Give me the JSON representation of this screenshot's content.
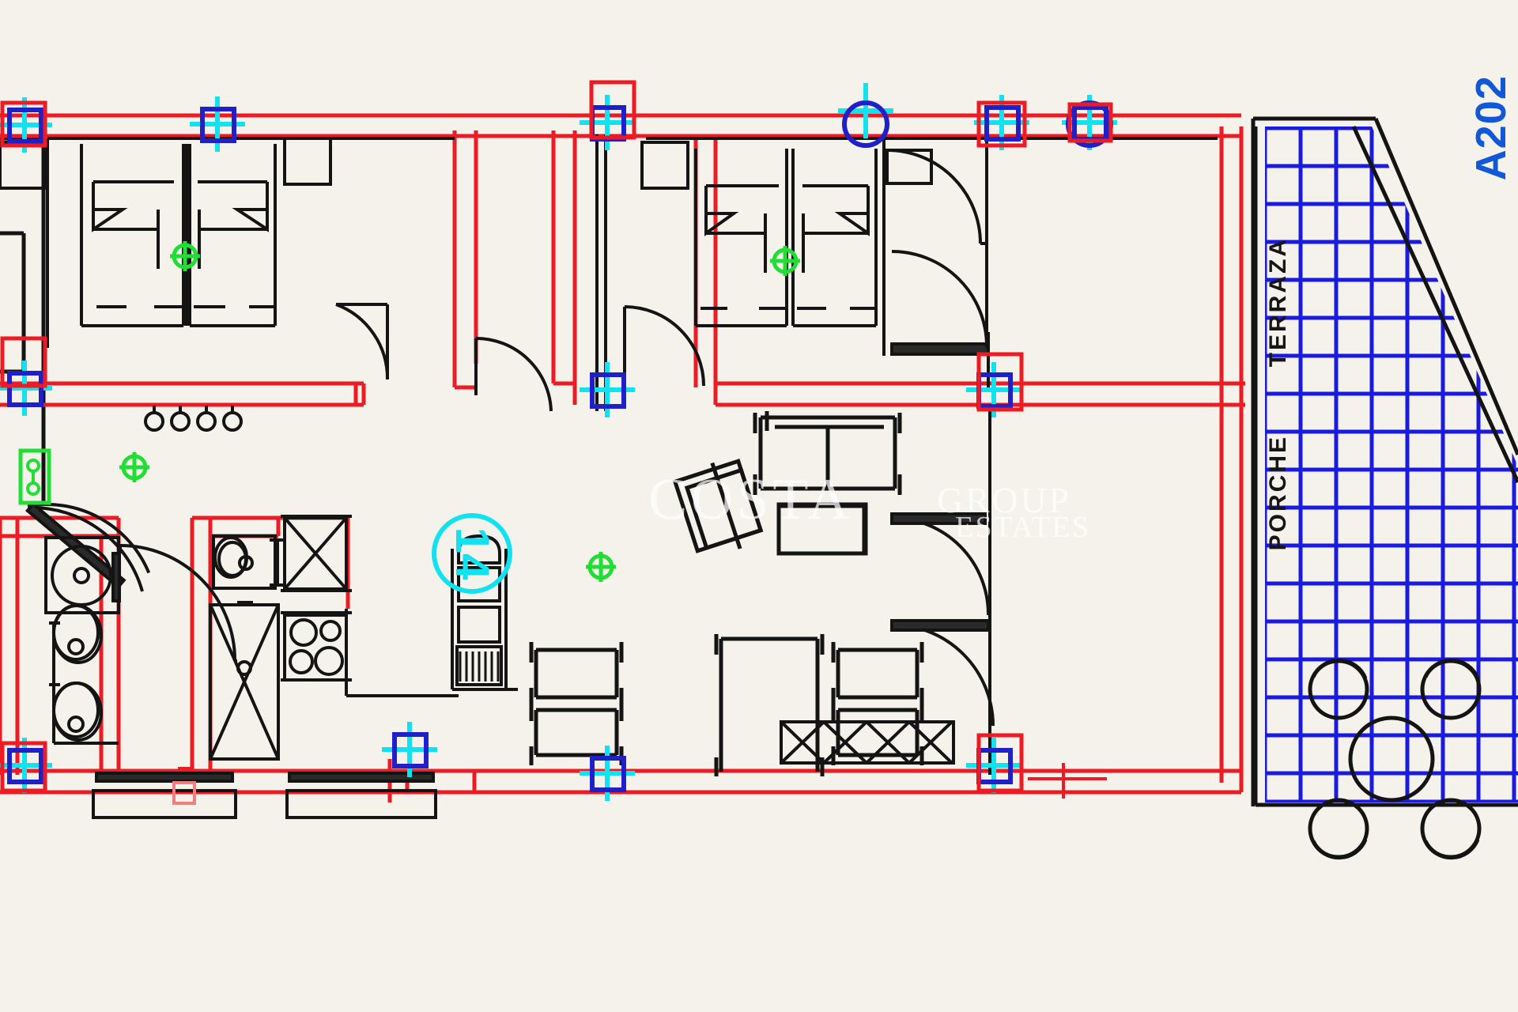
{
  "document": {
    "type": "architectural-floor-plan",
    "unit_label": "A202",
    "room_marker": "14",
    "background_color": "#f4f2ea"
  },
  "labels": {
    "terraza": "TERRAZA",
    "porche": "PORCHE",
    "unit": "A202",
    "room_number": "14"
  },
  "watermark": {
    "line1": "COSTA",
    "line2": "GROUP",
    "line3": "ESTATES"
  },
  "colors": {
    "wall_red": "#ee1b24",
    "structure_black": "#141414",
    "tile_blue": "#1a1ae0",
    "marker_cyan": "#12e2f0",
    "marker_blue": "#2020c8",
    "fixture_green": "#22dd33",
    "unit_text_blue": "#1058d8",
    "paper": "#f4f2ea"
  },
  "rooms": [
    {
      "name": "bedroom-left",
      "fixtures": [
        "twin-bed",
        "twin-bed",
        "nightstand",
        "wardrobe"
      ]
    },
    {
      "name": "bedroom-right",
      "fixtures": [
        "twin-bed",
        "twin-bed",
        "nightstand",
        "wardrobe"
      ]
    },
    {
      "name": "hallway",
      "fixtures": [
        "coat-hooks"
      ]
    },
    {
      "name": "bathroom",
      "fixtures": [
        "washing-machine",
        "sink",
        "sink",
        "toilet",
        "shower"
      ]
    },
    {
      "name": "kitchen",
      "fixtures": [
        "stovetop",
        "sink-cabinet",
        "refrigerator",
        "counter"
      ]
    },
    {
      "name": "living-dining",
      "fixtures": [
        "sofa",
        "armchair",
        "coffee-table",
        "dining-table",
        "chair",
        "chair",
        "chair",
        "chair",
        "tv-unit"
      ]
    },
    {
      "name": "terraza",
      "fixtures": [
        "tile-floor"
      ]
    },
    {
      "name": "porche",
      "fixtures": [
        "round-table",
        "chair",
        "chair",
        "chair",
        "chair",
        "tile-floor"
      ]
    }
  ],
  "annotations": {
    "grid_markers": 12,
    "ceiling_light_count": 4,
    "door_count": 7
  }
}
